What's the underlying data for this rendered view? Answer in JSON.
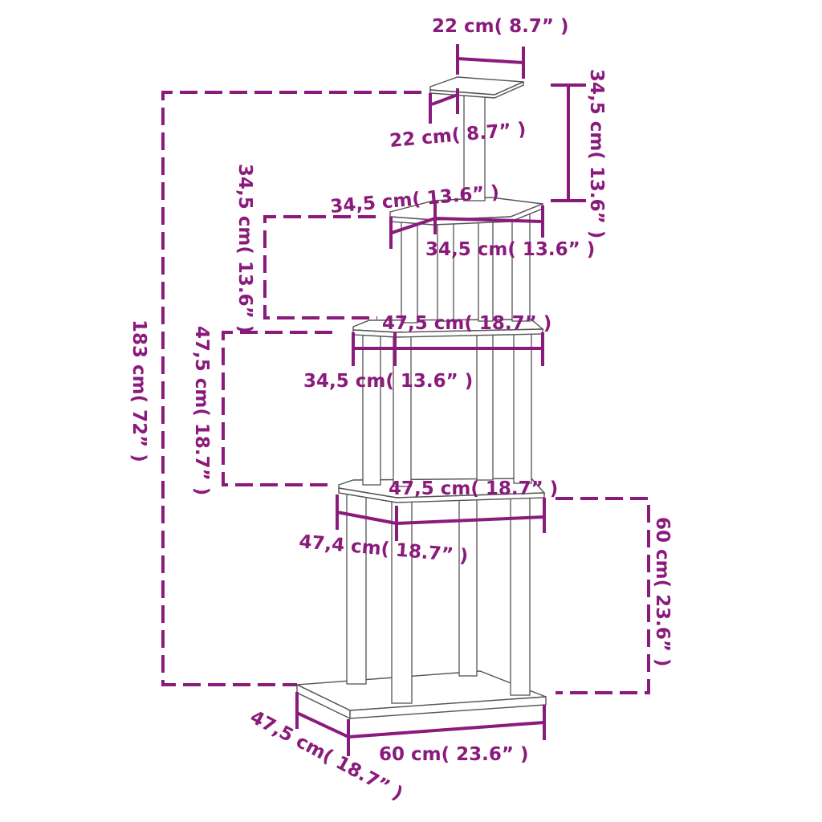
{
  "colors": {
    "dimension": "#8a1a7c",
    "outline": "#555555",
    "background": "#ffffff"
  },
  "labels": {
    "top_width": "22 cm( 8.7” )",
    "top_depth": "22 cm( 8.7” )",
    "top_height": "34,5 cm( 13.6” )",
    "second_width": "34,5 cm( 13.6” )",
    "second_depth": "34,5 cm( 13.6” )",
    "second_height": "34,5 cm( 13.6” )",
    "third_width": "47,5 cm( 18.7” )",
    "third_depth": "34,5 cm( 13.6” )",
    "third_height": "47,5 cm( 18.7” )",
    "fourth_width": "47,5 cm( 18.7” )",
    "fourth_depth": "47,4 cm( 18.7” )",
    "fourth_height": "60 cm( 23.6” )",
    "total_height": "183 cm( 72” )",
    "base_width": "60 cm( 23.6” )",
    "base_depth": "47,5 cm( 18.7” )"
  }
}
